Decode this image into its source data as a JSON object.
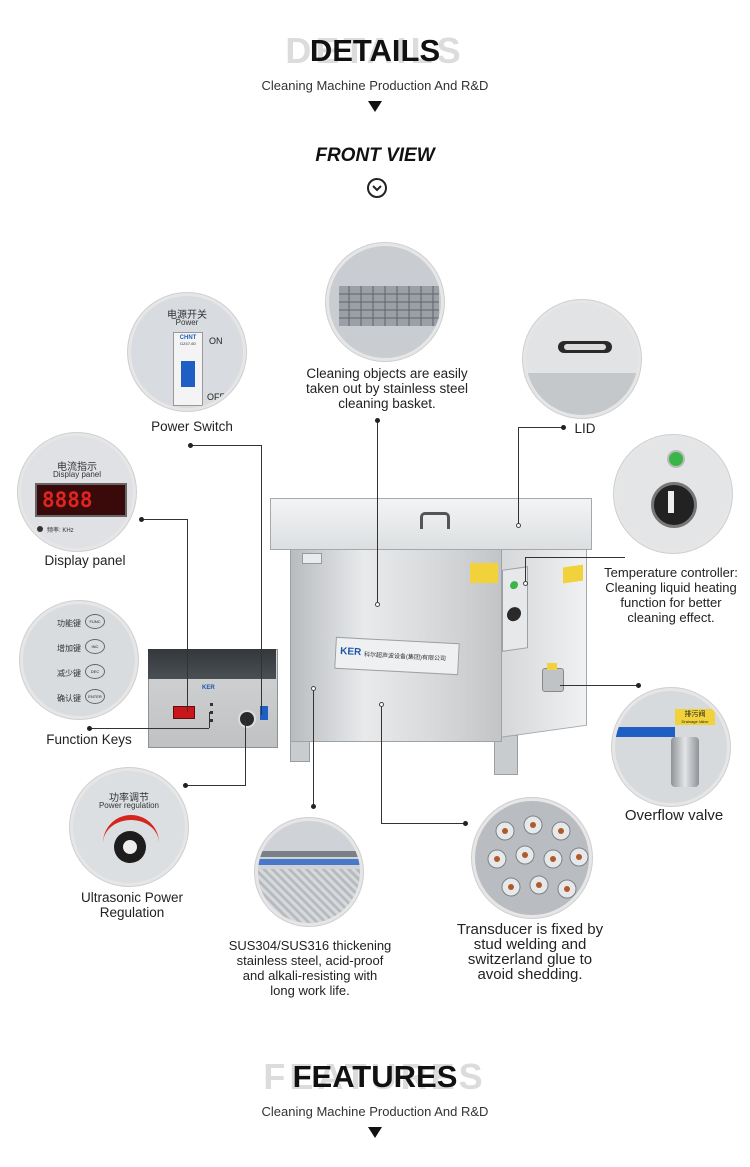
{
  "header": {
    "ghost": "DETAILS",
    "title": "DETAILS",
    "subtitle": "Cleaning Machine Production And R&D"
  },
  "section": {
    "title": "FRONT VIEW"
  },
  "callouts": {
    "power_switch": {
      "label": "Power Switch",
      "inset_title_cn": "电源开关",
      "inset_title_en": "Power",
      "brand": "CHNT",
      "model": "DZ47-60",
      "on": "ON",
      "off": "OFF"
    },
    "display_panel": {
      "label": "Display panel",
      "inset_title_cn": "电流指示",
      "inset_title_en": "Display panel",
      "freq": "频率: KHz"
    },
    "function_keys": {
      "label": "Function Keys",
      "keys": [
        {
          "cn": "功能键",
          "code": "FUNC"
        },
        {
          "cn": "增加键",
          "code": "INC"
        },
        {
          "cn": "减少键",
          "code": "DEC"
        },
        {
          "cn": "确认键",
          "code": "ENTER"
        }
      ]
    },
    "power_regulation": {
      "label_line1": "Ultrasonic Power",
      "label_line2": "Regulation",
      "inset_title_cn": "功率调节",
      "inset_title_en": "Power regulation"
    },
    "basket": {
      "line1": "Cleaning objects are easily",
      "line2": "taken out by stainless steel",
      "line3": "cleaning basket."
    },
    "lid": {
      "label": "LID"
    },
    "temperature": {
      "line1": "Temperature controller:",
      "line2": "Cleaning liquid heating",
      "line3": "function for better",
      "line4": "cleaning effect."
    },
    "overflow": {
      "label": "Overflow valve",
      "tag_cn": "排污阀",
      "tag_en": "Drainage Valve"
    },
    "steel": {
      "line1": "SUS304/SUS316 thickening",
      "line2": "stainless steel, acid-proof",
      "line3": "and alkali-resisting with",
      "line4": "long work life."
    },
    "transducer": {
      "line1": "Transducer is fixed by",
      "line2": "stud welding and",
      "line3": "switzerland glue to",
      "line4": "avoid shedding."
    }
  },
  "machine": {
    "brand": "KER",
    "plate_cn": "科尔超声波设备(集团)有限公司",
    "ctrl_brand": "KER"
  },
  "footer": {
    "ghost": "FEATURES",
    "title": "FEATURES",
    "subtitle": "Cleaning Machine Production And R&D"
  },
  "colors": {
    "accent": "#111111",
    "ghost": "#dcdcdc",
    "led_red": "#e0241f",
    "switch_blue": "#1f5fc4",
    "valve_yellow": "#f2d23a"
  }
}
